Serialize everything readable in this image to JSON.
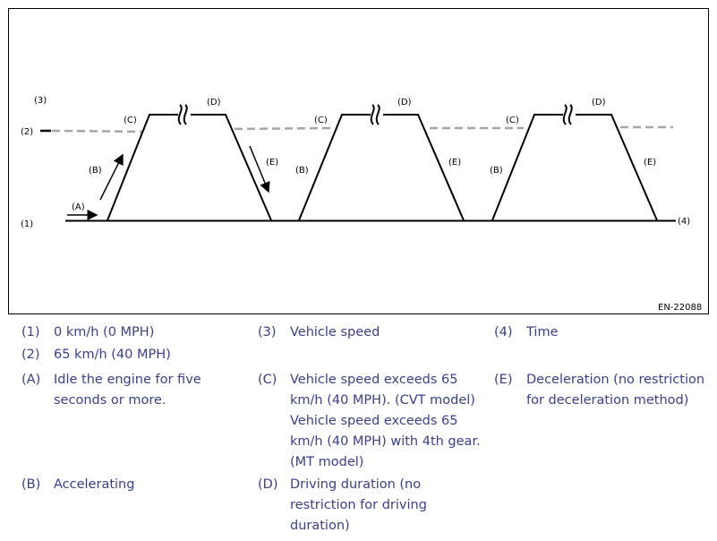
{
  "figure": {
    "code": "EN-22088",
    "axis_labels": {
      "origin": "(1)",
      "threshold": "(2)",
      "speed_axis": "(3)",
      "time_axis": "(4)"
    },
    "phase_labels": {
      "A": "(A)",
      "B": "(B)",
      "C": "(C)",
      "D": "(D)",
      "E": "(E)"
    },
    "colors": {
      "line": "#000000",
      "threshold_dash": "#a6a6a6",
      "legend_text": "#3b3e8f"
    }
  },
  "legend": {
    "items": [
      {
        "key": "(1)",
        "lines": [
          "0 km/h (0 MPH)"
        ]
      },
      {
        "key": "(2)",
        "lines": [
          "65 km/h (40 MPH)"
        ]
      },
      {
        "key": "(3)",
        "lines": [
          "Vehicle speed"
        ]
      },
      {
        "key": "(4)",
        "lines": [
          "Time"
        ]
      },
      {
        "key": "(A)",
        "lines": [
          "Idle the engine for five",
          "seconds or more."
        ]
      },
      {
        "key": "(B)",
        "lines": [
          "Accelerating"
        ]
      },
      {
        "key": "(C)",
        "lines": [
          "Vehicle speed exceeds 65",
          "km/h (40 MPH). (CVT model)",
          "Vehicle speed exceeds 65",
          "km/h (40 MPH) with 4th gear.",
          "(MT model)"
        ]
      },
      {
        "key": "(D)",
        "lines": [
          "Driving duration (no",
          "restriction for driving",
          "duration)"
        ]
      },
      {
        "key": "(E)",
        "lines": [
          "Deceleration (no restriction",
          "for deceleration method)"
        ]
      }
    ]
  }
}
